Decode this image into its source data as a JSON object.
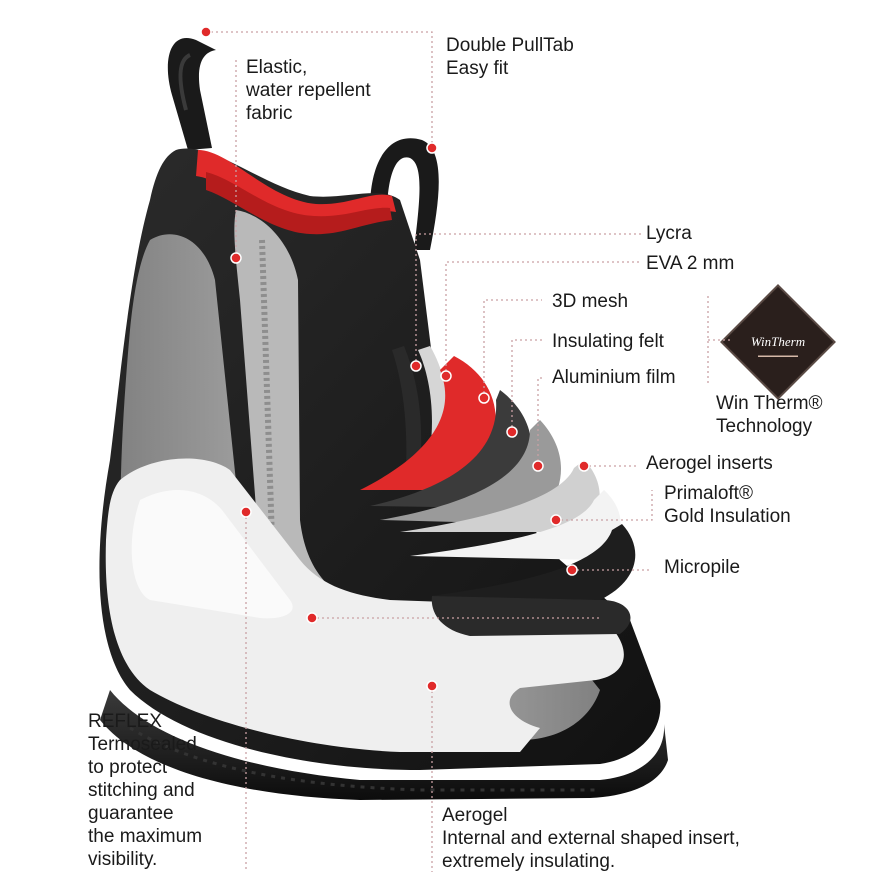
{
  "labels": {
    "elastic": "Elastic,\nwater repellent\nfabric",
    "pulltab": "Double PullTab\nEasy fit",
    "lycra": "Lycra",
    "eva": "EVA 2 mm",
    "mesh": "3D mesh",
    "felt": "Insulating felt",
    "aluminium": "Aluminium film",
    "wintherm": "Win Therm®\nTechnology",
    "aerogel_inserts": "Aerogel inserts",
    "primaloft": "Primaloft®\nGold Insulation",
    "micropile": "Micropile",
    "reflex": "REFLEX\nTermosealed\nto protect\nstitching and\nguarantee\nthe maximum\nvisibility.",
    "aerogel": "Aerogel\nInternal and external shaped insert,\nextremely insulating."
  },
  "badge": {
    "logo_text": "WinTherm"
  },
  "colors": {
    "accent_red": "#e02a2a",
    "leader": "#c9a0a4",
    "shell_dark": "#1b1b1b",
    "shell_grey": "#a7a7a7"
  }
}
